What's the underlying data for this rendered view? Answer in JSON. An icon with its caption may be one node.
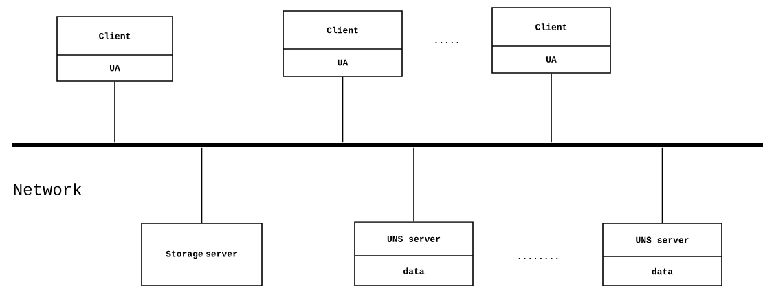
{
  "diagram": {
    "nodes": [
      {
        "text": [
          "Client",
          "UA"
        ]
      },
      {
        "text": [
          "Client",
          "UA"
        ]
      },
      {
        "text": [
          "Client",
          "UA"
        ]
      },
      {
        "text": [],
        "shape": "bar",
        "beside": [
          "Network"
        ]
      },
      {
        "text": [
          "Storage server"
        ]
      },
      {
        "text": [
          "UNS server",
          "data"
        ]
      },
      {
        "text": [
          "UNS server",
          "data"
        ]
      }
    ],
    "edges": [
      {
        "from": 0,
        "to": 3,
        "arrow": "none"
      },
      {
        "from": 1,
        "to": 3,
        "arrow": "none"
      },
      {
        "from": 2,
        "to": 3,
        "arrow": "none"
      },
      {
        "from": 3,
        "to": 4,
        "arrow": "none"
      },
      {
        "from": 3,
        "to": 5,
        "arrow": "none"
      },
      {
        "from": 3,
        "to": 6,
        "arrow": "none"
      }
    ],
    "labels": [
      ".....",
      "........"
    ]
  }
}
